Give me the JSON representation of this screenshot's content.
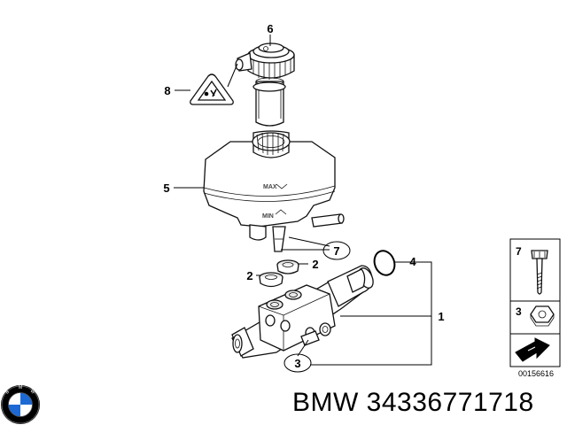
{
  "diagram": {
    "callouts": {
      "reservoir_cap": "6",
      "warning_label": "8",
      "reservoir": "5",
      "screw_circled": "7",
      "grommet_upper": "2",
      "grommet_lower": "2",
      "o_ring": "4",
      "master_cylinder": "1",
      "nut_circled": "3"
    },
    "reservoir_markings": {
      "max": "MAX",
      "min": "MIN"
    },
    "legend": {
      "screw_number": "7",
      "nut_number": "3",
      "drawing_code": "00156616"
    }
  },
  "caption": {
    "brand": "BMW",
    "part_number": "34336771718",
    "full_text": "BMW 34336771718"
  },
  "colors": {
    "ink": "#000000",
    "background": "#ffffff",
    "bmw_blue": "#1c69d4"
  },
  "icons": [
    "bmw-logo-icon",
    "warning-triangle-icon",
    "screw-icon",
    "nut-icon",
    "arrow-icon"
  ]
}
